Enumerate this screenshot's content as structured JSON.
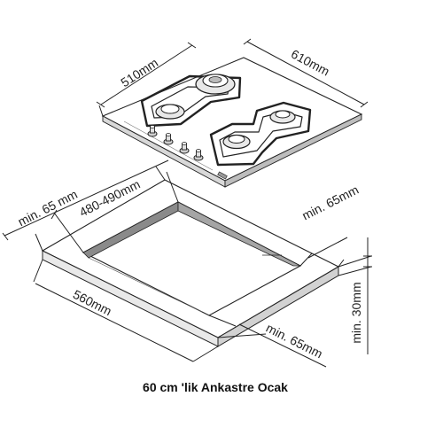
{
  "hob_dims": {
    "depth": "510mm",
    "width": "610mm"
  },
  "cutout_dims": {
    "min_back": "min. 65 mm",
    "cut_depth": "480-490mm",
    "min_right": "min. 65mm",
    "counter_depth": "560mm",
    "min_front": "min. 65mm",
    "min_thickness": "min. 30mm"
  },
  "caption": "60 cm 'lik Ankastre Ocak"
}
